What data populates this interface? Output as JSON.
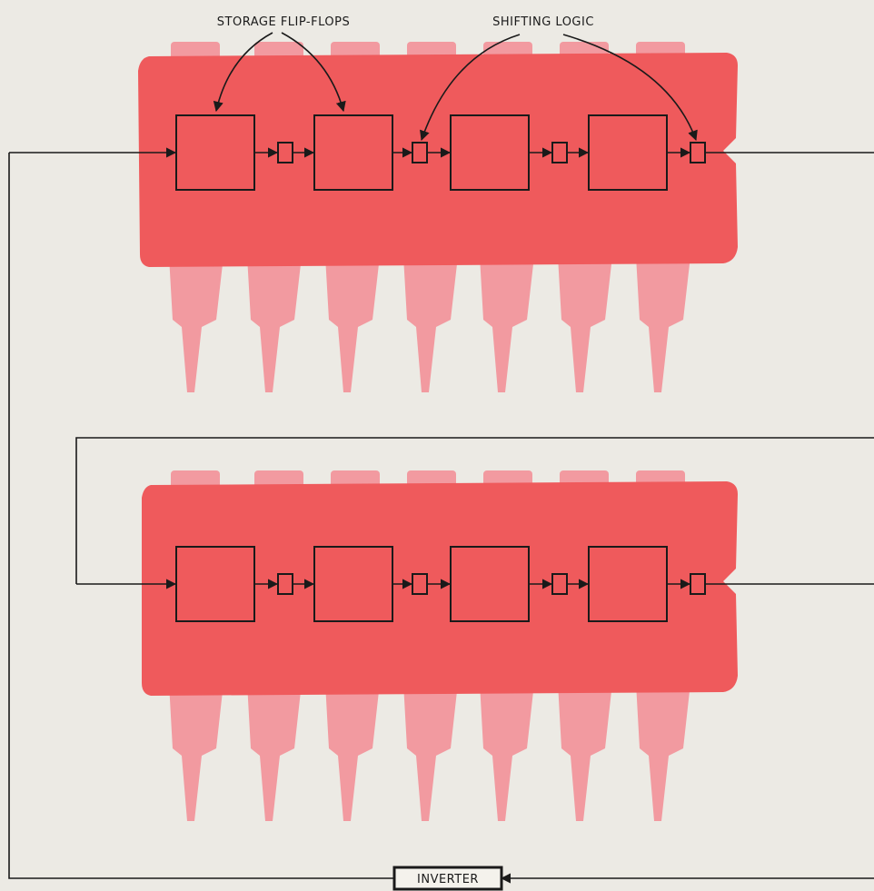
{
  "labels": {
    "storage_flip_flops": "STORAGE FLIP-FLOPS",
    "shifting_logic": "SHIFTING LOGIC",
    "inverter": "INVERTER"
  },
  "colors": {
    "chip_body": "#ef5a5c",
    "chip_pin": "#f29aa0",
    "line": "#1a1a1a",
    "background": "#eceae4"
  },
  "chips": [
    {
      "name": "chip-1",
      "stages": 4
    },
    {
      "name": "chip-2",
      "stages": 4
    }
  ]
}
